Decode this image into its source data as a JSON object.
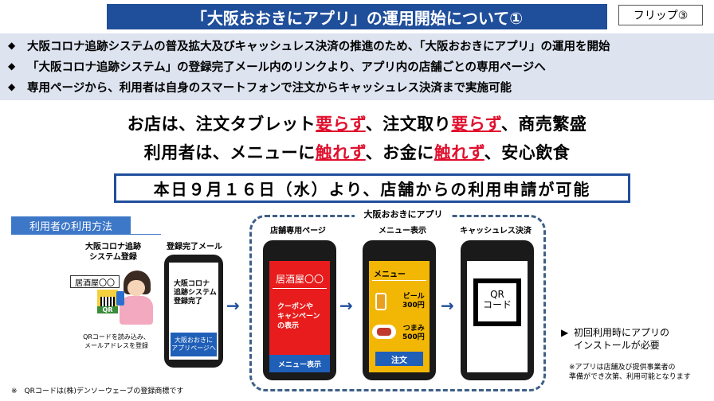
{
  "title": "「大阪おおきにアプリ」の運用開始について①",
  "flip_label": "フリップ③",
  "bullets": [
    "大阪コロナ追跡システムの普及拡大及びキャッシュレス決済の推進のため、「大阪おおきにアプリ」の運用を開始",
    "「大阪コロナ追跡システム」の登録完了メール内のリンクより、アプリ内の店舗ごとの専用ページへ",
    "専用ページから、利用者は自身のスマートフォンで注文からキャッシュレス決済まで実施可能"
  ],
  "slogan1": {
    "a": "お店は、注文タブレット",
    "b": "要らず",
    "c": "、注文取り",
    "d": "要らず",
    "e": "、商売繁盛"
  },
  "slogan2": {
    "a": "利用者は、メニューに",
    "b": "触れず",
    "c": "、お金に",
    "d": "触れず",
    "e": "、安心飲食"
  },
  "date_notice": "本日９月１６日（水）より、店舗からの利用申請が可能",
  "method_tab": "利用者の利用方法",
  "step1": {
    "title": "大阪コロナ追跡\nシステム登録",
    "shop_sign": "居酒屋〇〇",
    "qr_label": "QR",
    "caption": "QRコードを読み込み、\nメールアドレスを登録"
  },
  "step2": {
    "title": "登録完了メール",
    "mail_text": "大阪コロナ\n追跡システム\n登録完了",
    "link_text": "大阪おおきに\nアプリページへ"
  },
  "app_label": "大阪おおきにアプリ",
  "step3": {
    "title": "店舗専用ページ",
    "shop_name": "居酒屋〇〇",
    "coupon": "クーポンや\nキャンペーン\nの表示",
    "menu_button": "メニュー表示"
  },
  "step4": {
    "title": "メニュー表示",
    "menu_head": "メニュー",
    "item1": "ビール\n300円",
    "item2": "つまみ\n500円",
    "order_button": "注文"
  },
  "step5": {
    "title": "キャッシュレス決済",
    "qr_text": "QR\nコード"
  },
  "install_note": "初回利用時にアプリの\nインストールが必要",
  "install_sub": "※アプリは店舗及び提供事業者の\n準備ができ次第、利用可能となります",
  "footnote": "※　QRコードは(株)デンソーウェーブの登録商標です",
  "colors": {
    "navy": "#1f4e9b",
    "red": "#e0102e",
    "bullet_bg": "#dde3ef",
    "yellow": "#f2b705"
  }
}
